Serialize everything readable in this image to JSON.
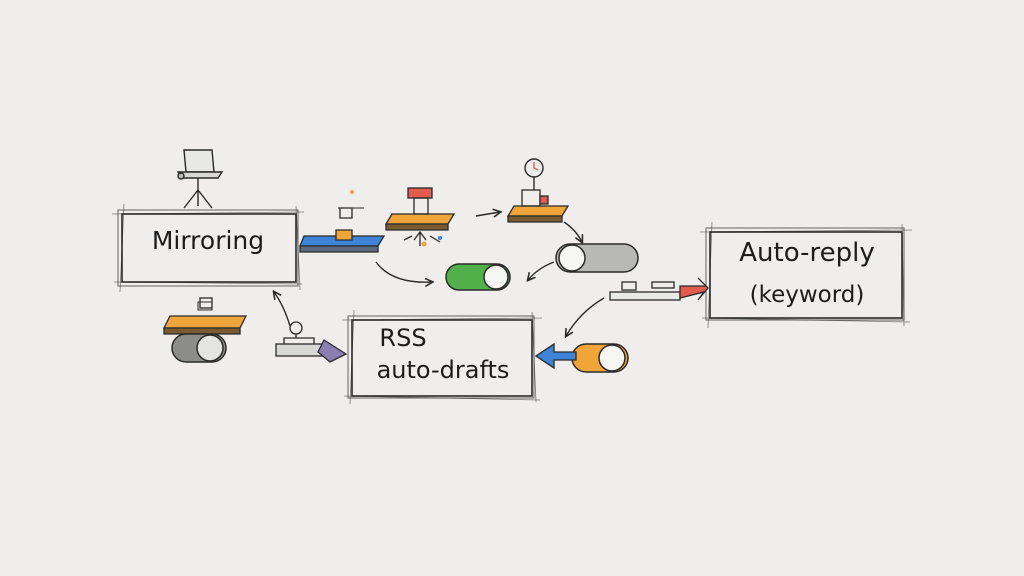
{
  "nodes": {
    "mirroring": {
      "label": "Mirroring"
    },
    "auto_reply": {
      "line1": "Auto-reply",
      "line2": "(keyword)"
    },
    "rss": {
      "line1": "RSS",
      "line2": "auto-drafts"
    }
  },
  "icons": {
    "laptop_stand": "laptop-icon",
    "toggle_on": "toggle-switch-icon",
    "toggle_off": "toggle-switch-icon",
    "platform": "platform-icon",
    "printer": "printer-icon",
    "clock": "clock-icon"
  },
  "colors": {
    "ink": "#2a2a2a",
    "orange": "#f0a53a",
    "blue": "#3d83d6",
    "green": "#52b04a",
    "red": "#e25b4f",
    "gray": "#9a9a9a",
    "background": "#efeeec"
  }
}
